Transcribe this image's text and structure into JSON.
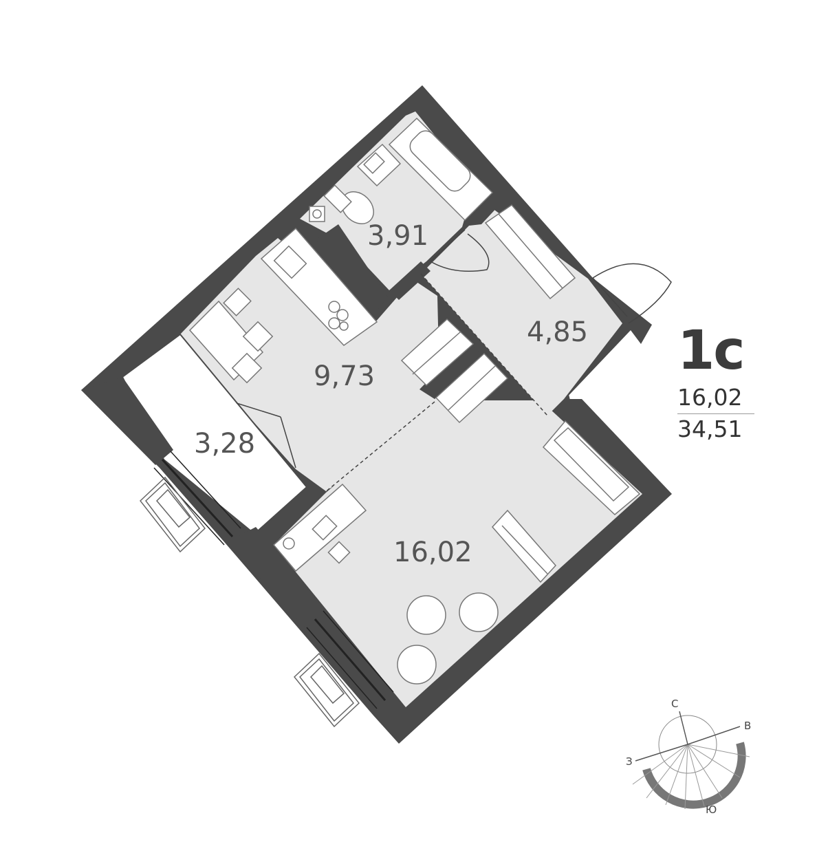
{
  "apartment": {
    "type_code": "1с",
    "living_area": "16,02",
    "total_area": "34,51"
  },
  "rooms": [
    {
      "id": "bathroom",
      "area": "3,91"
    },
    {
      "id": "hallway",
      "area": "4,85"
    },
    {
      "id": "kitchen",
      "area": "9,73"
    },
    {
      "id": "balcony",
      "area": "3,28"
    },
    {
      "id": "living",
      "area": "16,02"
    }
  ],
  "compass": {
    "north": "С",
    "east": "В",
    "west": "З",
    "south": "Ю"
  },
  "colors": {
    "wall": "#4a4a4a",
    "floor": "#e6e6e6",
    "label": "#555555"
  }
}
